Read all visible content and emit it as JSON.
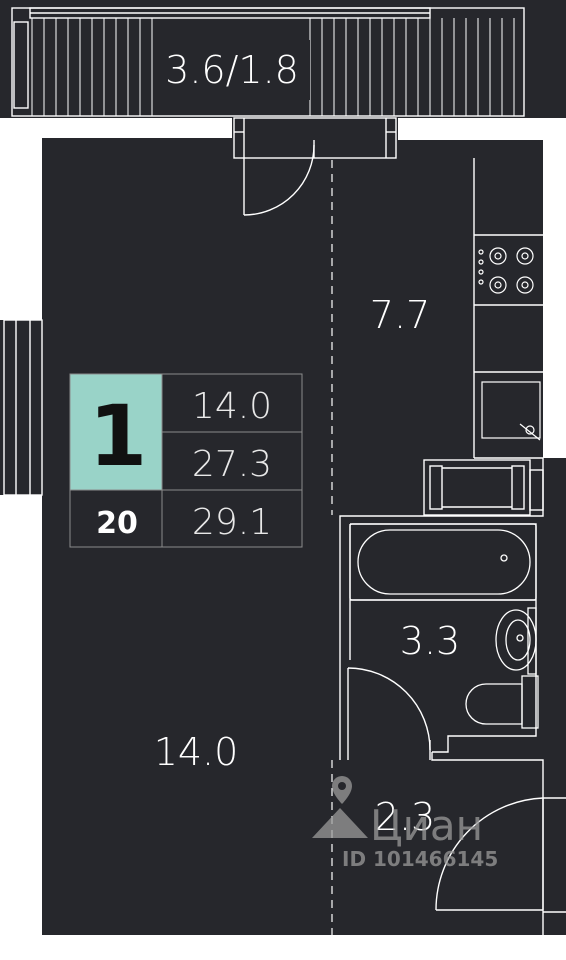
{
  "balcony_label": "3.6/1.8",
  "rooms": {
    "kitchen": "7.7",
    "living": "14.0",
    "bathroom": "3.3",
    "hallway": "2.3"
  },
  "info_table": {
    "rooms_count": "1",
    "floor": "20",
    "living_area": "14.0",
    "area_without_balcony": "27.3",
    "total_area": "29.1"
  },
  "watermark": {
    "brand": "Циан",
    "id": "ID 101466145"
  },
  "colors": {
    "wall": "#26272c",
    "lines": "#ffffff",
    "accent": "#99d3c8",
    "background": "#ffffff"
  }
}
